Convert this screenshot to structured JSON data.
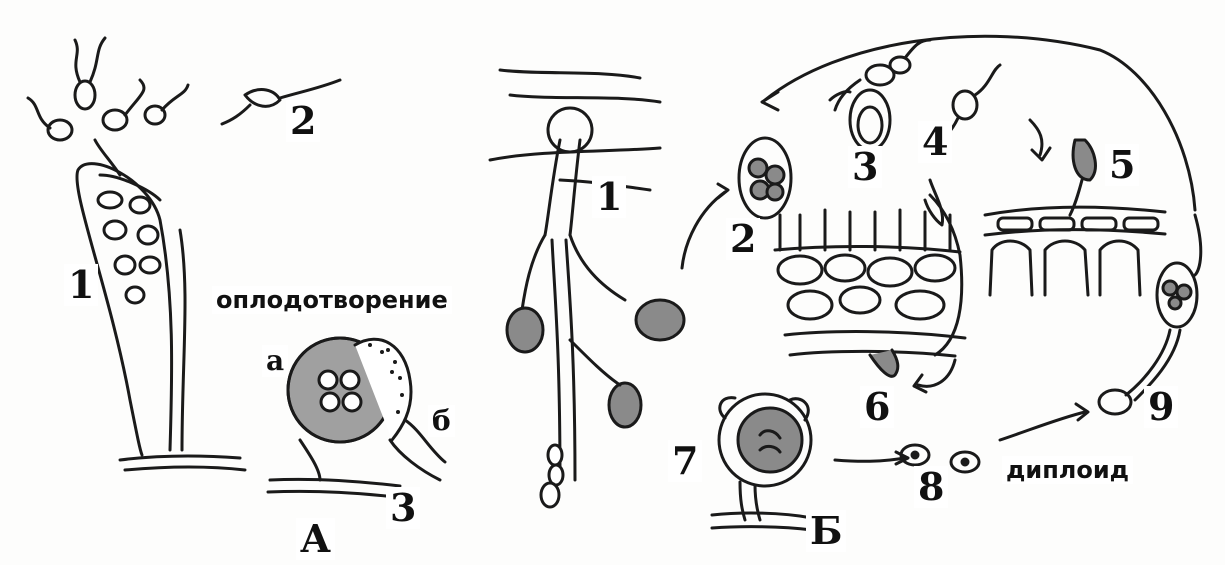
{
  "labels": {
    "a_1": "1",
    "a_2": "2",
    "a_3": "3",
    "a_a": "а",
    "a_b": "б",
    "fertilization": "оплодотворение",
    "panel_a": "А",
    "b_1": "1",
    "b_2": "2",
    "b_3": "3",
    "b_4": "4",
    "b_5": "5",
    "b_6": "6",
    "b_7": "7",
    "b_8": "8",
    "b_9": "9",
    "diploid": "диплоид",
    "panel_b": "Б"
  },
  "colors": {
    "ink": "#1a1a1a",
    "gray_fill": "#8a8a8a",
    "light_gray": "#bdbdbd"
  }
}
